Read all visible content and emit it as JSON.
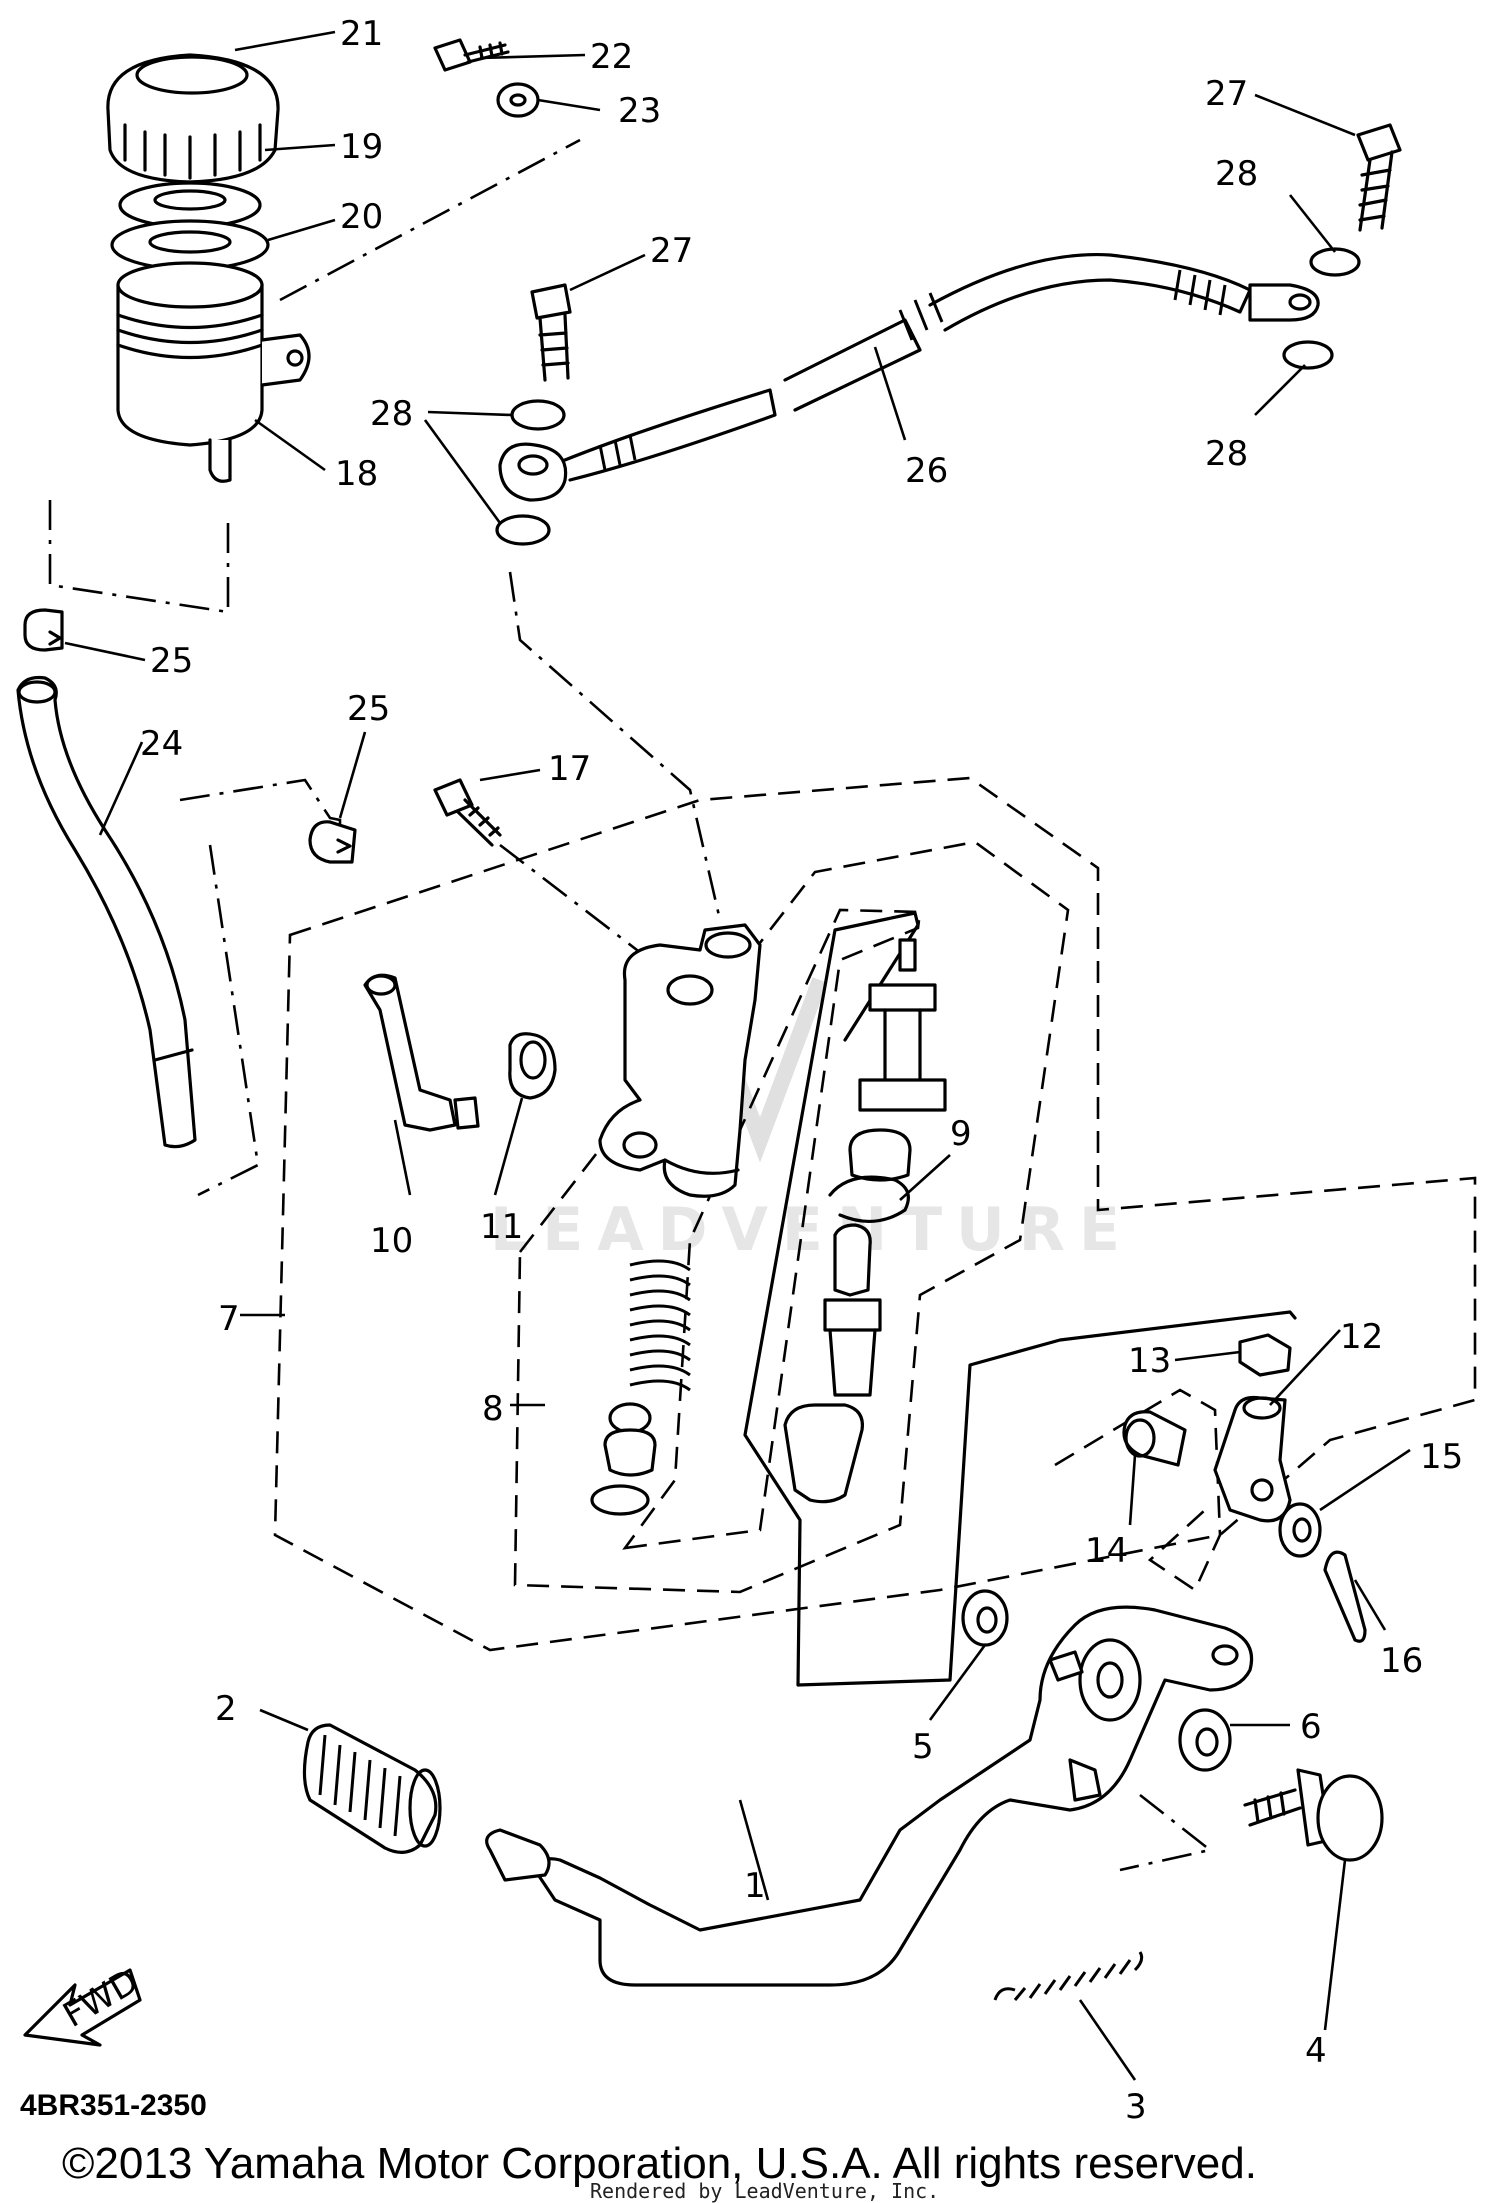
{
  "diagram": {
    "labels": [
      "1",
      "2",
      "3",
      "4",
      "5",
      "6",
      "7",
      "8",
      "9",
      "10",
      "11",
      "12",
      "13",
      "14",
      "15",
      "16",
      "17",
      "18",
      "19",
      "20",
      "21",
      "22",
      "23",
      "24",
      "25",
      "25",
      "26",
      "27",
      "27",
      "28",
      "28",
      "28"
    ],
    "fwd_label": "FWD",
    "watermark": "LEADVENTURE"
  },
  "footer": {
    "diagram_code": "4BR351-2350",
    "copyright": "©2013 Yamaha Motor Corporation, U.S.A. All rights reserved.",
    "rendered_by": "Rendered by LeadVenture, Inc."
  }
}
